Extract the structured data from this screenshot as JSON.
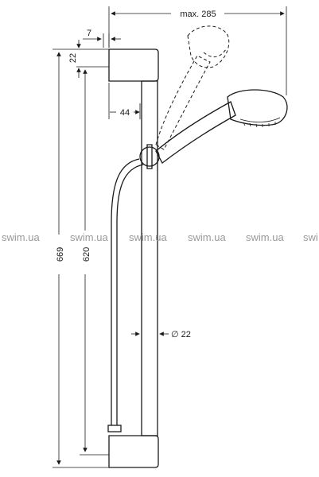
{
  "dimensions": {
    "width_max": "max. 285",
    "offset": "7",
    "top_gap": "22",
    "depth": "44",
    "total_height": "669",
    "hole_spacing": "620",
    "diameter": "∅ 22"
  },
  "watermark": {
    "items": [
      "swim.ua",
      "swim.ua",
      "swim.ua",
      "swim.ua",
      "swim.ua",
      "swi"
    ],
    "color": "#9a9a9a"
  },
  "colors": {
    "line": "#1a1a1a",
    "background": "#ffffff"
  }
}
